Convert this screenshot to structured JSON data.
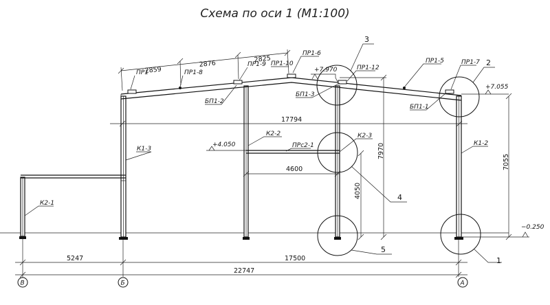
{
  "title": "Схема по оси 1 (М1:100)",
  "members": {
    "pr1_top": "ПР1",
    "pr1_8": "ПР1-8",
    "pr1_9": "ПР1-9",
    "pr1_10": "ПР1-10",
    "pr1_6": "ПР1-6",
    "pr1_12": "ПР1-12",
    "pr1_5": "ПР1-5",
    "pr1_7": "ПР1-7",
    "bp1_2": "БП1-2",
    "bp1_3": "БП1-3",
    "bp1_1": "БП1-1",
    "k1_3": "К1-3",
    "k1_2": "К1-2",
    "k2_1": "К2-1",
    "k2_2": "К2-2",
    "k2_3": "К2-3",
    "prs2_1": "ПРс2-1"
  },
  "dimensions": {
    "seg1": "2859",
    "seg2": "2876",
    "seg3": "2825",
    "span_inner": "17794",
    "span_4600": "4600",
    "dim_5247": "5247",
    "dim_17500": "17500",
    "dim_22747": "22747",
    "h_7970": "7970",
    "h_7055": "7055",
    "h_4050": "4050"
  },
  "elevations": {
    "e_7970": "+7.970",
    "e_7055": "+7.055",
    "e_4050": "+4.050",
    "e_m0250": "−0.250"
  },
  "callouts": [
    "1",
    "2",
    "3",
    "4",
    "5"
  ],
  "axes": [
    "В",
    "Б",
    "А"
  ]
}
